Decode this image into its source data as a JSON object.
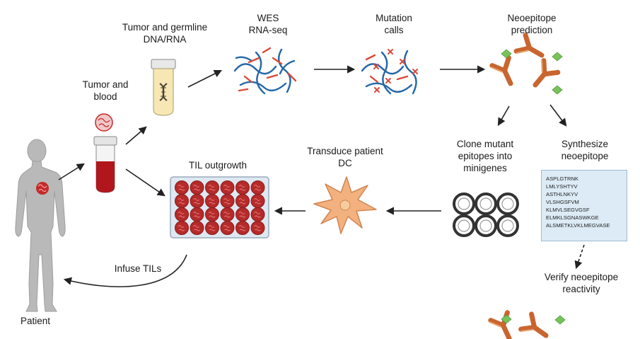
{
  "labels": {
    "patient": "Patient",
    "tumor_blood": [
      "Tumor and",
      "blood"
    ],
    "tumor_germline": [
      "Tumor and germline",
      "DNA/RNA"
    ],
    "wes": [
      "WES",
      "RNA-seq"
    ],
    "mutation": [
      "Mutation",
      "calls"
    ],
    "neoepitope_pred": [
      "Neoepitope",
      "prediction"
    ],
    "clone": [
      "Clone mutant",
      "epitopes into",
      "minigenes"
    ],
    "synthesize": [
      "Synthesize",
      "neoepitope"
    ],
    "transduce": [
      "Transduce patient",
      "DC"
    ],
    "til_outgrowth": "TIL outgrowth",
    "infuse": "Infuse TILs",
    "verify": [
      "Verify neoepitope",
      "reactivity"
    ]
  },
  "peptides": [
    "ASPLGTRNK",
    "LMLYSHTYV",
    "ASTHLNKYV",
    "VLSHGSFVM",
    "KLMVLSEGVGSF",
    "ELMKLSGNASWKGE",
    "ALSMETKLVKLMEGVASE"
  ],
  "colors": {
    "tumor_red": "#c42a2a",
    "dna_blue": "#2467a8",
    "antibody_orange": "#c9652f",
    "antigen_green": "#78c25a",
    "dc_orange": "#f2b17e",
    "silhouette": "#b9b9b9",
    "arrow": "#222222"
  }
}
